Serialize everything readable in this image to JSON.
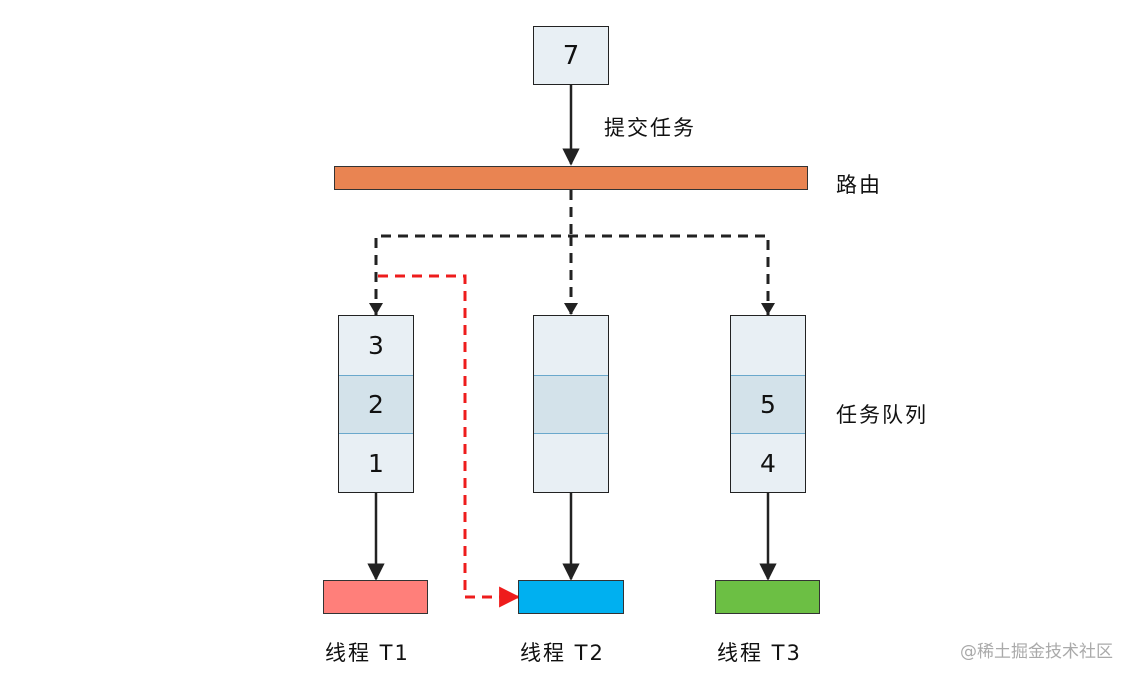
{
  "task": {
    "label": "7"
  },
  "labels": {
    "submit": "提交任务",
    "router": "路由",
    "queues": "任务队列"
  },
  "queues": [
    {
      "slots": [
        "3",
        "2",
        "1"
      ]
    },
    {
      "slots": [
        "",
        "",
        ""
      ]
    },
    {
      "slots": [
        "",
        "5",
        "4"
      ]
    }
  ],
  "threads": [
    {
      "label": "线程 T1",
      "color": "#ff7f7a"
    },
    {
      "label": "线程 T2",
      "color": "#00b0f0"
    },
    {
      "label": "线程 T3",
      "color": "#6cbf44"
    }
  ],
  "colors": {
    "router": "#e98452",
    "solid_arrow": "#222222",
    "dashed_route": "#222222",
    "steal_path": "#ee1c1c"
  },
  "watermark": "@稀土掘金技术社区"
}
